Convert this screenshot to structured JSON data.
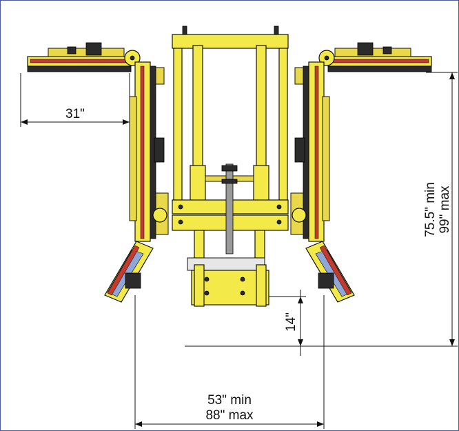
{
  "dimensions": {
    "head_width": "31\"",
    "height_min": "75.5\" min",
    "height_max": "99\" max",
    "clearance": "14\"",
    "width_min": "53\" min",
    "width_max": "88\" max"
  }
}
